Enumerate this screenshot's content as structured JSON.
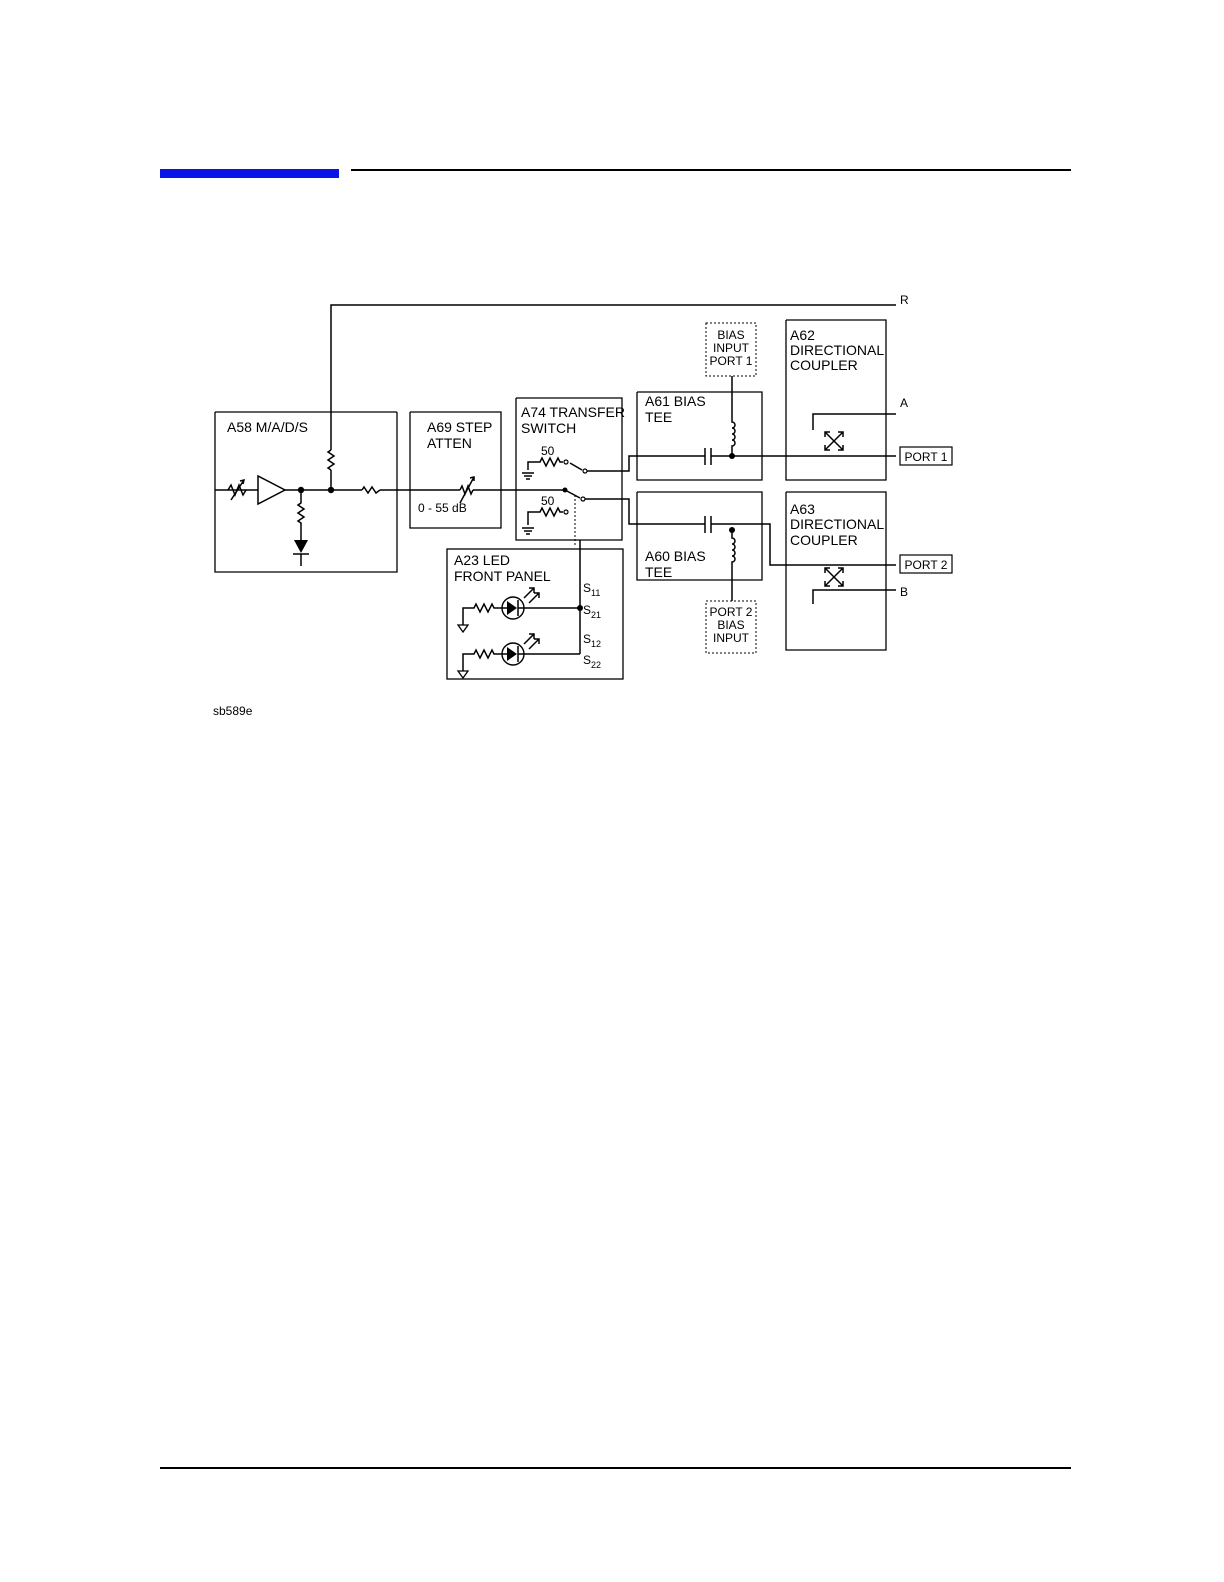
{
  "figure_id": "sb589e",
  "signals": {
    "r": "R",
    "a": "A",
    "b": "B"
  },
  "blocks": {
    "a58": "A58 M/A/D/S",
    "a69": [
      "A69 STEP",
      "ATTEN"
    ],
    "a69_range": "0 - 55 dB",
    "a74": [
      "A74 TRANSFER",
      "SWITCH"
    ],
    "a74_load": "50",
    "a61": [
      "A61 BIAS",
      "TEE"
    ],
    "a60": [
      "A60 BIAS",
      "TEE"
    ],
    "a62": [
      "A62",
      "DIRECTIONAL",
      "COUPLER"
    ],
    "a63": [
      "A63",
      "DIRECTIONAL",
      "COUPLER"
    ],
    "a23": [
      "A23 LED",
      "FRONT PANEL"
    ]
  },
  "bias_inputs": {
    "port1": [
      "BIAS",
      "INPUT",
      "PORT 1"
    ],
    "port2": [
      "PORT 2",
      "BIAS",
      "INPUT"
    ]
  },
  "ports": {
    "port1": "PORT 1",
    "port2": "PORT 2"
  },
  "sparams": {
    "s11": {
      "main": "S",
      "sub": "11"
    },
    "s21": {
      "main": "S",
      "sub": "21"
    },
    "s12": {
      "main": "S",
      "sub": "12"
    },
    "s22": {
      "main": "S",
      "sub": "22"
    }
  }
}
